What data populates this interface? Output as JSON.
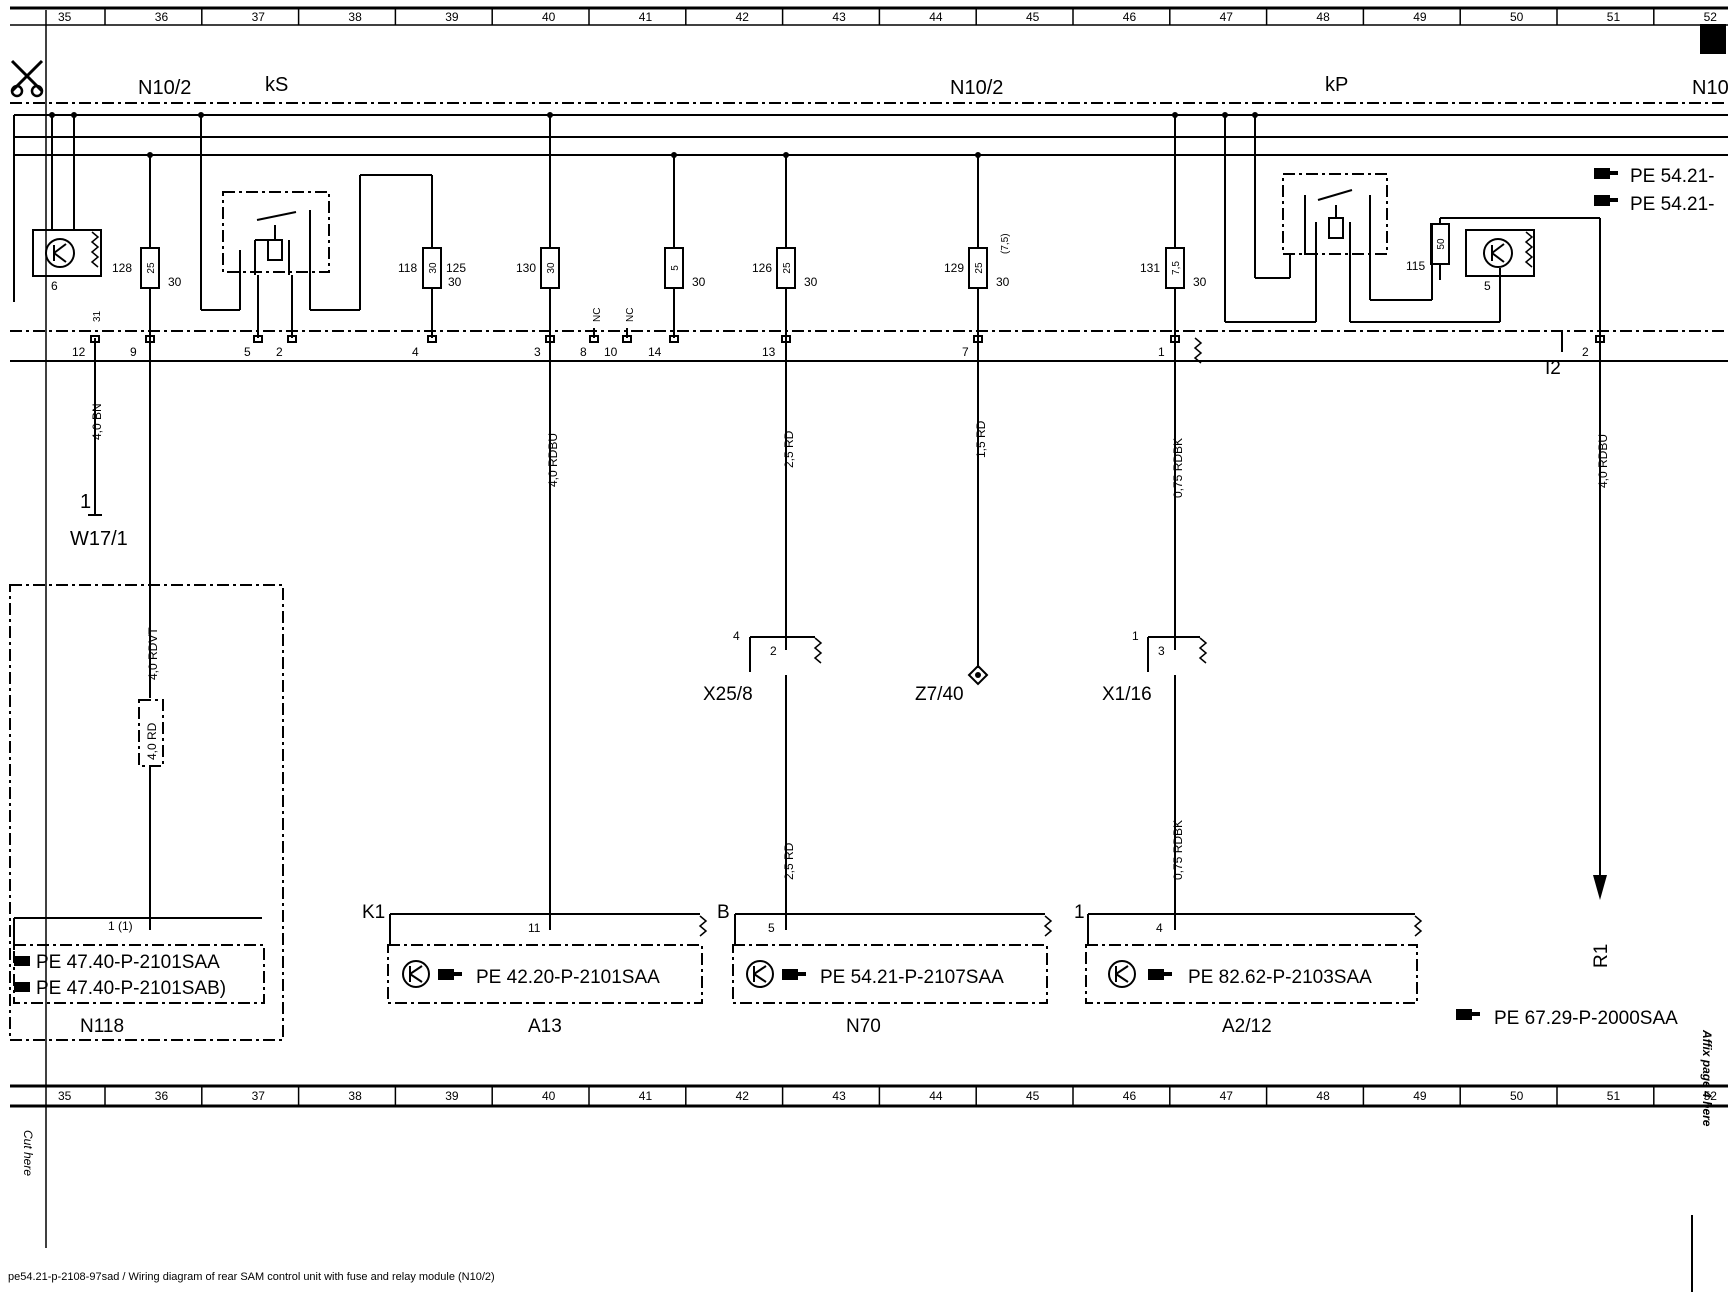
{
  "caption": "pe54.21-p-2108-97sad / Wiring diagram of rear SAM control unit with fuse and relay module (N10/2)",
  "grid_numbers": [
    "35",
    "36",
    "37",
    "38",
    "39",
    "40",
    "41",
    "42",
    "43",
    "44",
    "45",
    "46",
    "47",
    "48",
    "49",
    "50",
    "51",
    "52"
  ],
  "module_labels": {
    "left": "N10/2",
    "middle": "N10/2",
    "right": "N10",
    "relay_s": "kS",
    "relay_p": "kP"
  },
  "fuses": [
    {
      "number": "128",
      "rating": "25",
      "pin_label": "30",
      "pin": "9"
    },
    {
      "number": "118",
      "rating": "30",
      "extra": "125",
      "pin_label": "30",
      "pin": "4"
    },
    {
      "number": "130",
      "rating": "30",
      "pin": "3"
    },
    {
      "number": "",
      "rating": "5",
      "pin_label": "30",
      "pin": "14"
    },
    {
      "number": "126",
      "rating": "25",
      "pin_label": "30",
      "pin": "13"
    },
    {
      "number": "129",
      "rating": "25",
      "note": "(7,5)",
      "pin_label": "30",
      "pin": "7"
    },
    {
      "number": "131",
      "rating": "7,5",
      "pin_label": "30",
      "pin": "1"
    },
    {
      "number": "115",
      "rating": "50"
    }
  ],
  "pins": {
    "p12": "12",
    "p31": "31",
    "p5": "5",
    "p2": "2",
    "p8": "8",
    "p10": "10",
    "nc": "NC",
    "p6": "6",
    "p5b": "5",
    "i2": "I2",
    "p2b": "2"
  },
  "wires": {
    "w_bn": "4,0 BN",
    "w_rdvt": "4,0 RDVT",
    "w_rd40": "4,0 RD",
    "w_rdbu1": "4,0 RDBU",
    "w_rd25a": "2,5 RD",
    "w_rd25b": "2,5 RD",
    "w_rd15": "1,5 RD",
    "w_rdbk1": "0,75 RDBK",
    "w_rdbk2": "0,75 RDBK",
    "w_rdbu2": "4,0 RDBU"
  },
  "connectors": {
    "w17": {
      "name": "W17/1",
      "pin": "1"
    },
    "x25": {
      "name": "X25/8",
      "pin_outer": "4",
      "pin_inner": "2"
    },
    "z7": {
      "name": "Z7/40"
    },
    "x1": {
      "name": "X1/16",
      "pin_outer": "1",
      "pin_inner": "3"
    },
    "r1": {
      "name": "R1"
    }
  },
  "components": {
    "n118": {
      "name": "N118",
      "pin": "1 (1)",
      "ref1": "PE 47.40-P-2101SAA",
      "ref2": "PE 47.40-P-2101SAB)"
    },
    "a13": {
      "name": "A13",
      "conn": "K1",
      "pin": "11",
      "ref": "PE 42.20-P-2101SAA"
    },
    "n70": {
      "name": "N70",
      "conn": "B",
      "pin": "5",
      "ref": "PE 54.21-P-2107SAA"
    },
    "a212": {
      "name": "A2/12",
      "conn": "1",
      "pin": "4",
      "ref": "PE 82.62-P-2103SAA"
    }
  },
  "refs": {
    "r1": "PE 54.21-",
    "r2": "PE 54.21-",
    "r67": "PE 67.29-P-2000SAA"
  },
  "margin": {
    "cut": "Cut here",
    "affix": "Affix page 4 here"
  }
}
